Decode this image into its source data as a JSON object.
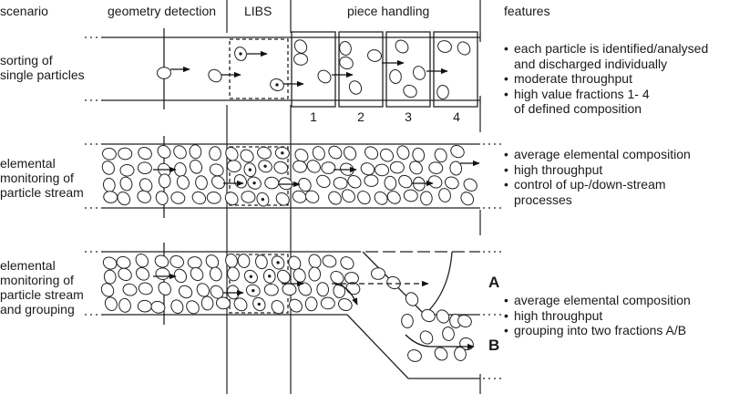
{
  "columns": {
    "scenario": "scenario",
    "geometry": "geometry detection",
    "libs": "LIBS",
    "piece_handling": "piece handling",
    "features": "features"
  },
  "scenarios": [
    {
      "id": "sorting",
      "label": "sorting of\nsingle particles",
      "features": [
        "each particle is identified/analysed\nand discharged individually",
        "moderate throughput",
        "high value fractions 1- 4\nof defined composition"
      ],
      "bins": [
        "1",
        "2",
        "3",
        "4"
      ]
    },
    {
      "id": "monitoring",
      "label": "elemental\nmonitoring of\nparticle stream",
      "features": [
        "average elemental composition",
        "high throughput",
        "control of up-/down-stream\nprocesses"
      ]
    },
    {
      "id": "grouping",
      "label": "elemental\nmonitoring of\nparticle stream\nand grouping",
      "features": [
        "average elemental composition",
        "high throughput",
        "grouping into two fractions A/B"
      ],
      "fractions": [
        "A",
        "B"
      ]
    }
  ],
  "icons": {
    "particle": "particle-icon",
    "analysed_particle": "analysed-particle-icon",
    "flow_arrow": "arrow-right-icon"
  }
}
